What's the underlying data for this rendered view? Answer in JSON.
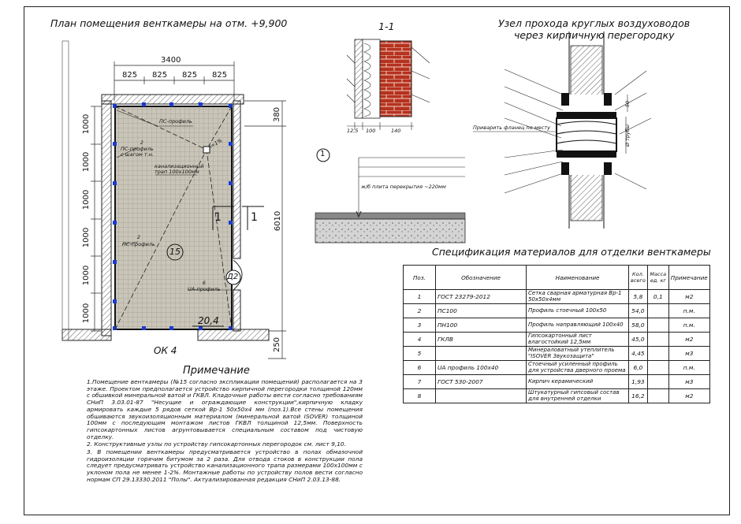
{
  "plan": {
    "title": "План помещения венткамеры на отм. +9,900",
    "dim_total": "3400",
    "dims_top": [
      "825",
      "825",
      "825",
      "825"
    ],
    "dims_left": [
      "1000",
      "1000",
      "1000",
      "1000",
      "1000",
      "1000"
    ],
    "dim_right_top": "380",
    "dim_right_main": "6010",
    "dim_right_bottom": "250",
    "label_ps_profile": "ПС-профиль",
    "label_ps_profile_step_num": "2",
    "label_ps_profile_step": "ПС-профиль с шагом т.н.",
    "label_ps_profile_left_num": "2",
    "label_ps_profile_left": "ПС-профиль",
    "label_ua_num": "6",
    "label_ua": "UA-профиль",
    "label_drain": "канализационный трап 100х100мм",
    "slope": "i=1%",
    "room_number": "15",
    "room_area": "20,4",
    "window_mark": "ОК 4",
    "door_mark": "Д2",
    "section_mark": "1",
    "section_mark_2": "1"
  },
  "section": {
    "title": "1-1",
    "dims": [
      "12,5",
      "100",
      "140"
    ]
  },
  "floor": {
    "callout": "1",
    "slab_label": "ж/б плита перекрытия ~220мм"
  },
  "node": {
    "title_line1": "Узел прохода круглых воздуховодов",
    "title_line2": "через кирпичную перегородку",
    "weld_label": "Приварить фланец по месту",
    "dim_50": "50",
    "dim_d": "Ø трубы"
  },
  "notes": {
    "heading": "Примечание",
    "paragraphs": [
      "1.Помещение венткамеры (№15 согласно экспликации помещений) располагается на 3 этаже. Проектом предполагается устройство кирпичной перегородки толщиной 120мм с обшивкой минеральной ватой и ГКВЛ. Кладочные работы вести согласно требованиям СНиП 3.03.01-87 \"Несущие и ограждающие конструкции\",кирпичную кладку армировать каждые 5 рядов сеткой Вр-1 50х50х4 мм (поз.1).Все стены помещения обшиваются звукоизоляционным материалом (минеральной ватой ISOVER) толщиной 100мм с последующим монтажом листов ГКВЛ толщиной 12,5мм. Поверхность гипсокартонных листов агрунтовывается специальным составом под чистовую отделку.",
      "2. Конструктивные узлы по устройству гипсокартонных перегородок см. лист 9,10.",
      "3. В помещении венткамеры предусматривается устройство в полах обмазочной гидроизоляции горячим битумом за 2 раза. Для отвода стоков в конструкции пола следует предусматривать устройство канализационного трапа размерами 100х100мм с уклоном пола не менее 1-2%. Монтажные работы по устройству полов вести согласно нормам СП 29.13330.2011 \"Полы\". Актуализированная редакция СНиП 2.03.13-88."
    ]
  },
  "spec": {
    "title": "Спецификация материалов для отделки венткамеры",
    "headers": [
      "Поз.",
      "Обозначение",
      "Наименование",
      "Кол. всего",
      "Масса ед. кг",
      "Примечание"
    ],
    "rows": [
      [
        "1",
        "ГОСТ 23279-2012",
        "Сетка сварная арматурная Вр-1 50х50х4мм",
        "5,8",
        "0,1",
        "м2"
      ],
      [
        "2",
        "ПС100",
        "Профиль стоечный 100х50",
        "54,0",
        "",
        "п.м."
      ],
      [
        "3",
        "ПН100",
        "Профиль направляющий 100х40",
        "58,0",
        "",
        "п.м."
      ],
      [
        "4",
        "ГКЛВ",
        "Гипсокартонный лист влагостойкий 12,5мм",
        "45,0",
        "",
        "м2"
      ],
      [
        "5",
        "",
        "Минераловатный утеплитель \"ISOVER Звукозащита\"",
        "4,45",
        "",
        "м3"
      ],
      [
        "6",
        "UA профиль 100х40",
        "Стоечный усиленный профиль для устройства дверного проема",
        "6,0",
        "",
        "п.м."
      ],
      [
        "7",
        "ГОСТ 530-2007",
        "Кирпич керамический",
        "1,93",
        "",
        "м3"
      ],
      [
        "8",
        "",
        "Штукатурный гипсовый состав для внутренней отделки",
        "16,2",
        "",
        "м2"
      ]
    ]
  }
}
